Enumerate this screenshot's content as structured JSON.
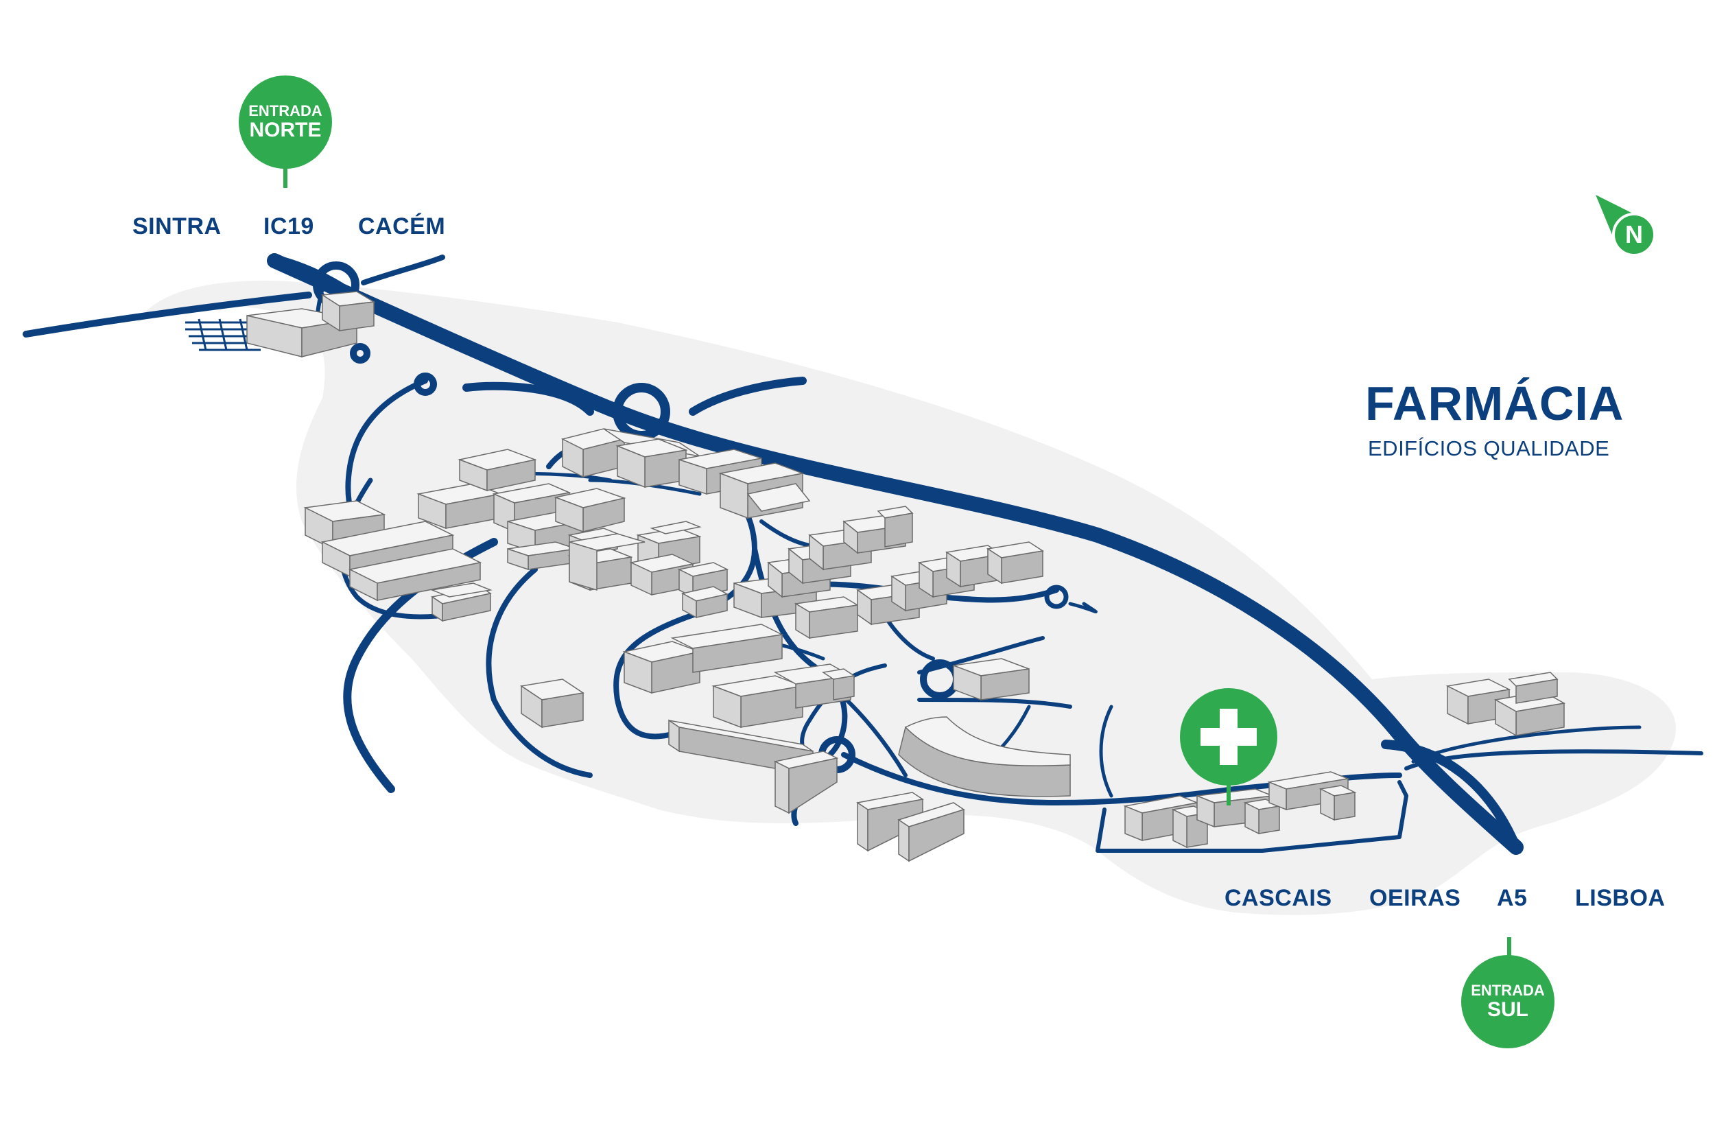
{
  "map": {
    "title": "FARMÁCIA",
    "subtitle": "EDIFÍCIOS QUALIDADE",
    "north_label": "N",
    "north_destinations": [
      "SINTRA",
      "IC19",
      "CACÉM"
    ],
    "south_destinations": [
      "CASCAIS",
      "OEIRAS",
      "A5",
      "LISBOA"
    ],
    "entrances": [
      {
        "line1": "ENTRADA",
        "line2": "NORTE"
      },
      {
        "line1": "ENTRADA",
        "line2": "SUL"
      }
    ],
    "highlight": {
      "icon": "pharmacy-cross-icon"
    },
    "colors": {
      "road": "#0b3f7d",
      "accent": "#2faa4e",
      "ground": "#f1f1f1",
      "building_top": "#f4f4f4",
      "building_side": "#c8c8c8"
    }
  }
}
